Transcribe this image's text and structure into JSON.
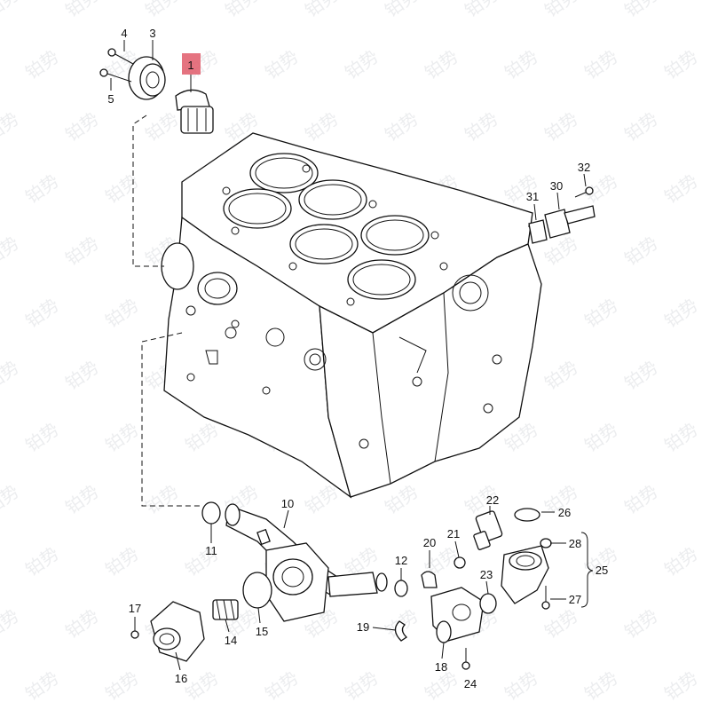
{
  "diagram": {
    "callouts": [
      {
        "id": "1",
        "text": "1",
        "highlighted": true
      },
      {
        "id": "3",
        "text": "3"
      },
      {
        "id": "4",
        "text": "4"
      },
      {
        "id": "5",
        "text": "5"
      },
      {
        "id": "10",
        "text": "10"
      },
      {
        "id": "11",
        "text": "11"
      },
      {
        "id": "12",
        "text": "12"
      },
      {
        "id": "14",
        "text": "14"
      },
      {
        "id": "15",
        "text": "15"
      },
      {
        "id": "16",
        "text": "16"
      },
      {
        "id": "17",
        "text": "17"
      },
      {
        "id": "18",
        "text": "18"
      },
      {
        "id": "19",
        "text": "19"
      },
      {
        "id": "20",
        "text": "20"
      },
      {
        "id": "21",
        "text": "21"
      },
      {
        "id": "22",
        "text": "22"
      },
      {
        "id": "23",
        "text": "23"
      },
      {
        "id": "24",
        "text": "24"
      },
      {
        "id": "25",
        "text": "25"
      },
      {
        "id": "26",
        "text": "26"
      },
      {
        "id": "27",
        "text": "27"
      },
      {
        "id": "28",
        "text": "28"
      },
      {
        "id": "30",
        "text": "30"
      },
      {
        "id": "31",
        "text": "31"
      },
      {
        "id": "32",
        "text": "32"
      }
    ],
    "highlight_color": "#e05a6a",
    "line_color": "#111111",
    "watermark": {
      "text": "铂势",
      "color": "#c9ccd2"
    }
  }
}
